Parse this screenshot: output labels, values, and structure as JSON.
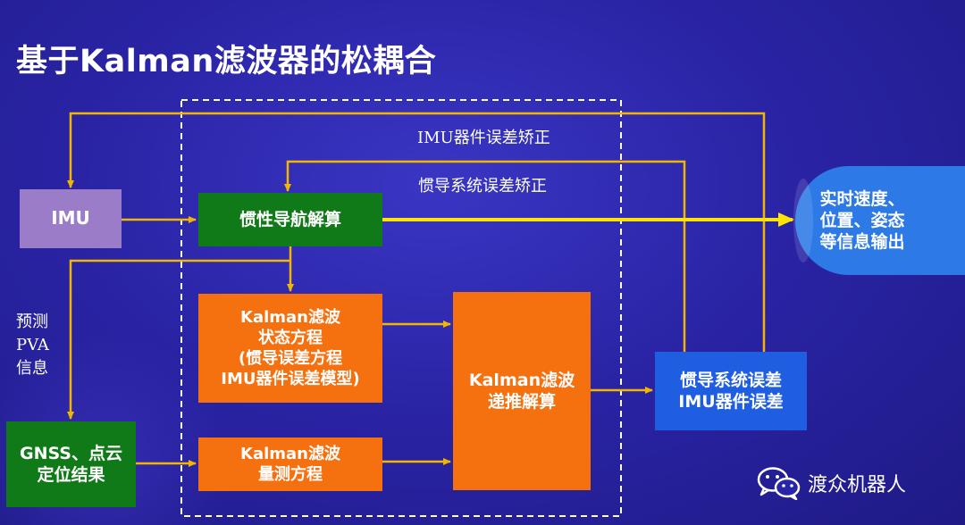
{
  "title": "基于Kalman滤波器的松耦合",
  "nodes": {
    "imu": "IMU",
    "ins": "惯性导航解算",
    "kalman_state": "Kalman滤波\n状态方程\n(惯导误差方程\nIMU器件误差模型)",
    "kalman_meas": "Kalman滤波\n量测方程",
    "kalman_recursive": "Kalman滤波\n递推解算",
    "errors": "惯导系统误差\nIMU器件误差",
    "gnss": "GNSS、点云\n定位结果",
    "output": "实时速度、\n位置、姿态\n等信息输出"
  },
  "labels": {
    "imu_correction": "IMU器件误差矫正",
    "ins_correction": "惯导系统误差矫正",
    "pva": "预测\nPVA\n信息"
  },
  "watermark": "渡众机器人",
  "colors": {
    "background": "#2a24a6",
    "arrow": "#f2b500",
    "main_arrow": "#ffe400",
    "imu_box": "#9b7cc9",
    "green_box": "#0f7a17",
    "orange_box": "#f57110",
    "blue_box": "#1f5ee0",
    "output_box": "#2d7ae6"
  }
}
